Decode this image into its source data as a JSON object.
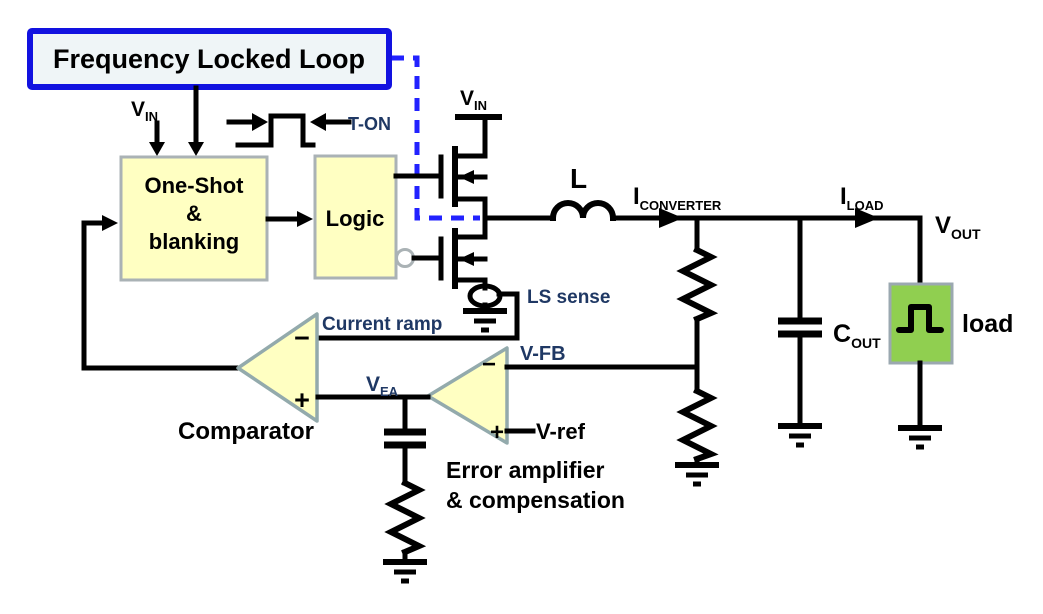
{
  "fll": {
    "label": "Frequency Locked Loop"
  },
  "one_shot": {
    "line1": "One-Shot",
    "line2": "&",
    "line3": "blanking"
  },
  "logic": {
    "label": "Logic"
  },
  "comparator": {
    "label": "Comparator",
    "minus": "−",
    "plus": "+"
  },
  "error_amp": {
    "label_line1": "Error amplifier",
    "label_line2": "& compensation",
    "minus": "−",
    "plus": "+"
  },
  "load": {
    "label": "load"
  },
  "signals": {
    "vin": {
      "main": "V",
      "sub": "IN"
    },
    "t_on": "T-ON",
    "inductor": "L",
    "i_converter": {
      "main": "I",
      "sub": "CONVERTER"
    },
    "i_load": {
      "main": "I",
      "sub": "LOAD"
    },
    "v_out": {
      "main": "V",
      "sub": "OUT"
    },
    "c_out": {
      "main": "C",
      "sub": "OUT"
    },
    "ls_sense": "LS sense",
    "current_ramp": "Current ramp",
    "v_fb": "V-FB",
    "v_ea": {
      "main": "V",
      "sub": "EA"
    },
    "v_ref": "V-ref"
  },
  "colors": {
    "fll_border": "#1212E0",
    "fll_fill": "#EFF5F7",
    "dashed_link": "#2222FF",
    "block_fill": "#FFFFC2",
    "block_border": "#AAB2B5",
    "triangle_border": "#93AAAC",
    "load_fill": "#90CF50",
    "navy_label": "#1F3864",
    "wire_black": "#000000"
  }
}
